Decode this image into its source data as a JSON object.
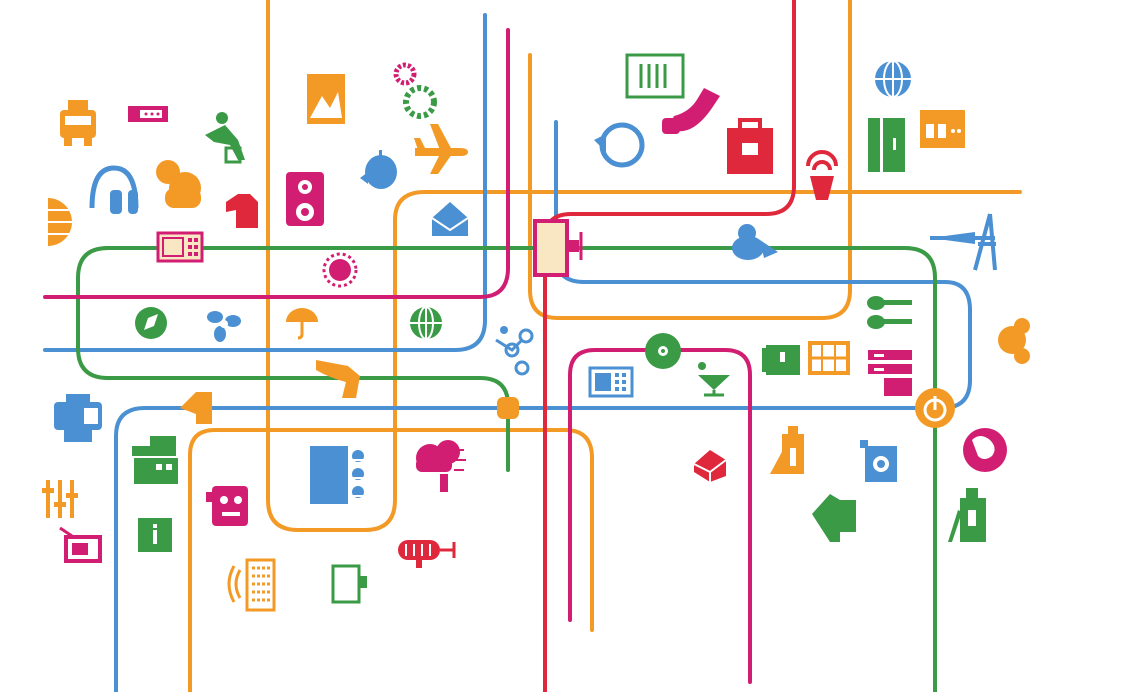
{
  "colors": {
    "orange": "#f39a26",
    "blue": "#4a90d2",
    "green": "#3a9a46",
    "red": "#e0283c",
    "magenta": "#d21e72",
    "station_fill": "#f9e6c2"
  },
  "lines": [
    {
      "name": "orange-line",
      "color": "orange"
    },
    {
      "name": "blue-line",
      "color": "blue"
    },
    {
      "name": "green-line",
      "color": "green"
    },
    {
      "name": "red-line",
      "color": "red"
    },
    {
      "name": "magenta-line",
      "color": "magenta"
    }
  ],
  "icons": [
    "taxi-icon",
    "ticket-icon",
    "headphones-icon",
    "weather-icon",
    "cyclist-icon",
    "shirt-icon",
    "speakers-icon",
    "apple-icon",
    "gallery-icon",
    "gears-icon",
    "airplane-icon",
    "document-icon",
    "phone-icon",
    "sync-icon",
    "briefcase-icon",
    "alarm-icon",
    "globe-icon",
    "door-icon",
    "shop-icon",
    "eiffel-tower-icon",
    "compass-icon",
    "fan-icon",
    "umbrella-icon",
    "ball-icon",
    "sun-icon",
    "envelope-icon",
    "bicycle-icon",
    "cutlery-icon",
    "film-icon",
    "filing-icon",
    "calculator-icon",
    "cd-icon",
    "cocktail-icon",
    "printer-icon",
    "mixer-icon",
    "tv-icon",
    "info-icon",
    "boat-icon",
    "slide-icon",
    "high-heel-icon",
    "cloud-rain-icon",
    "projector-icon",
    "keyboard-icon",
    "monitor-icon",
    "microphone-icon",
    "box-icon",
    "bottle-icon",
    "camera-icon",
    "earth-icon",
    "t-shirt-icon",
    "fire-extinguisher-icon",
    "orange-slice-icon"
  ]
}
